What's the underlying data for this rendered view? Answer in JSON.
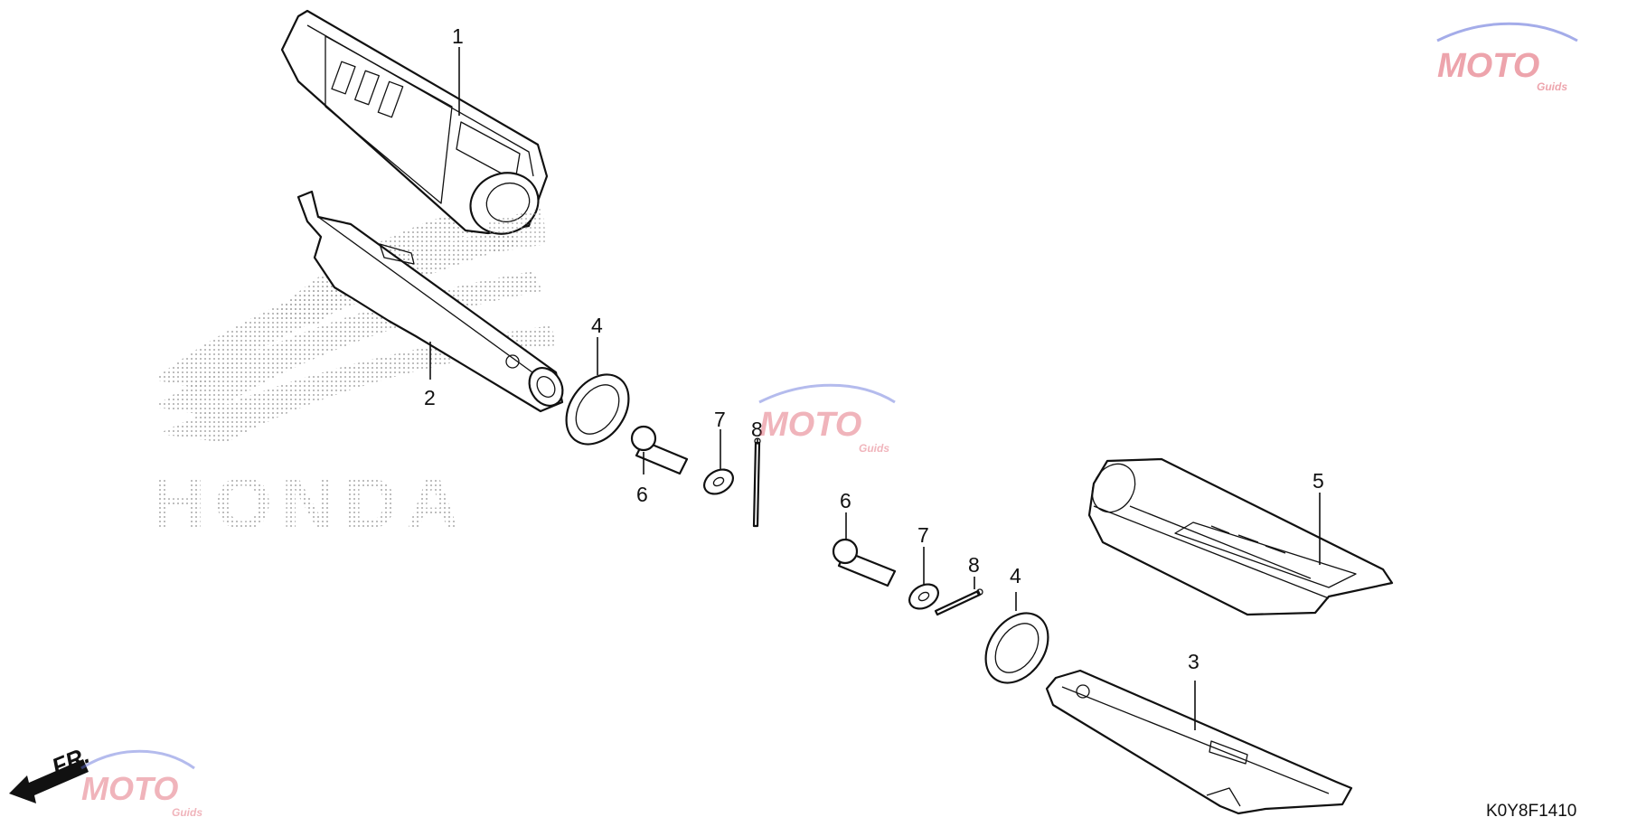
{
  "diagram": {
    "code": "K0Y8F1410",
    "brand_watermark": "HONDA",
    "direction_label": "FR.",
    "watermark": {
      "text": "MOTO",
      "sub": "Guids",
      "color": "#e05a6a",
      "accent": "#5a6ad8"
    },
    "callouts": {
      "p1": "1",
      "p2": "2",
      "p3": "3",
      "p4a": "4",
      "p4b": "4",
      "p5": "5",
      "p6a": "6",
      "p6b": "6",
      "p7a": "7",
      "p7b": "7",
      "p8a": "8",
      "p8b": "8"
    }
  }
}
